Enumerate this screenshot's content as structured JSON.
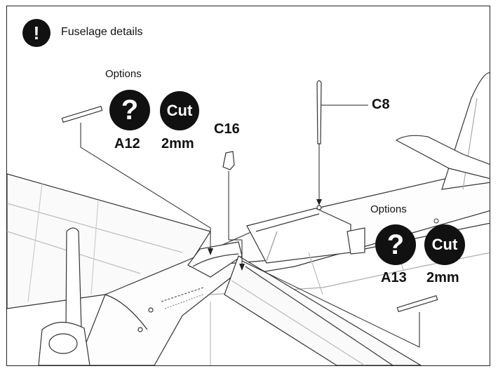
{
  "header": {
    "icon_symbol": "!",
    "title": "Fuselage details"
  },
  "options_left": {
    "title": "Options",
    "question_symbol": "?",
    "cut_symbol": "Cut",
    "part_label": "A12",
    "length_label": "2mm"
  },
  "options_right": {
    "title": "Options",
    "question_symbol": "?",
    "cut_symbol": "Cut",
    "part_label": "A13",
    "length_label": "2mm"
  },
  "callouts": {
    "c16": "C16",
    "c8": "C8"
  },
  "colors": {
    "ink": "#111111",
    "background": "#ffffff",
    "line": "#333333"
  }
}
